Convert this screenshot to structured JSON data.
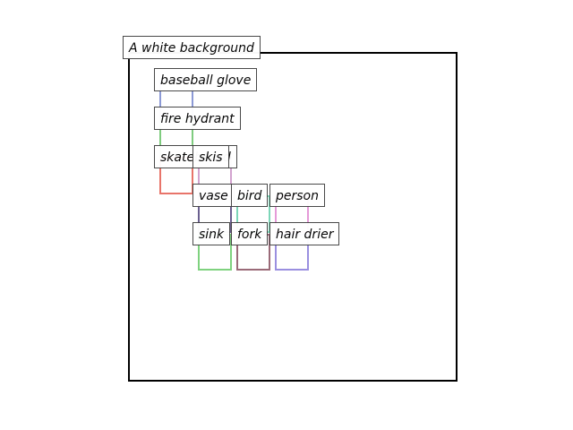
{
  "scene": {
    "background_label": "A white background",
    "objects": [
      {
        "id": "baseball-glove",
        "label": "baseball glove",
        "color": "#8c9ad6"
      },
      {
        "id": "fire-hydrant",
        "label": "fire hydrant",
        "color": "#7fcc7f"
      },
      {
        "id": "skateboard",
        "label": "skateboard",
        "color": "#e8746a"
      },
      {
        "id": "skis",
        "label": "skis",
        "color": "#d2a3cf"
      },
      {
        "id": "vase",
        "label": "vase",
        "color": "#6a5f8f"
      },
      {
        "id": "bird",
        "label": "bird",
        "color": "#7cd6b8"
      },
      {
        "id": "person",
        "label": "person",
        "color": "#e59ad8"
      },
      {
        "id": "sink",
        "label": "sink",
        "color": "#7fd27f"
      },
      {
        "id": "fork",
        "label": "fork",
        "color": "#9a6a78"
      },
      {
        "id": "hair-drier",
        "label": "hair drier",
        "color": "#9a8fe0"
      }
    ]
  }
}
